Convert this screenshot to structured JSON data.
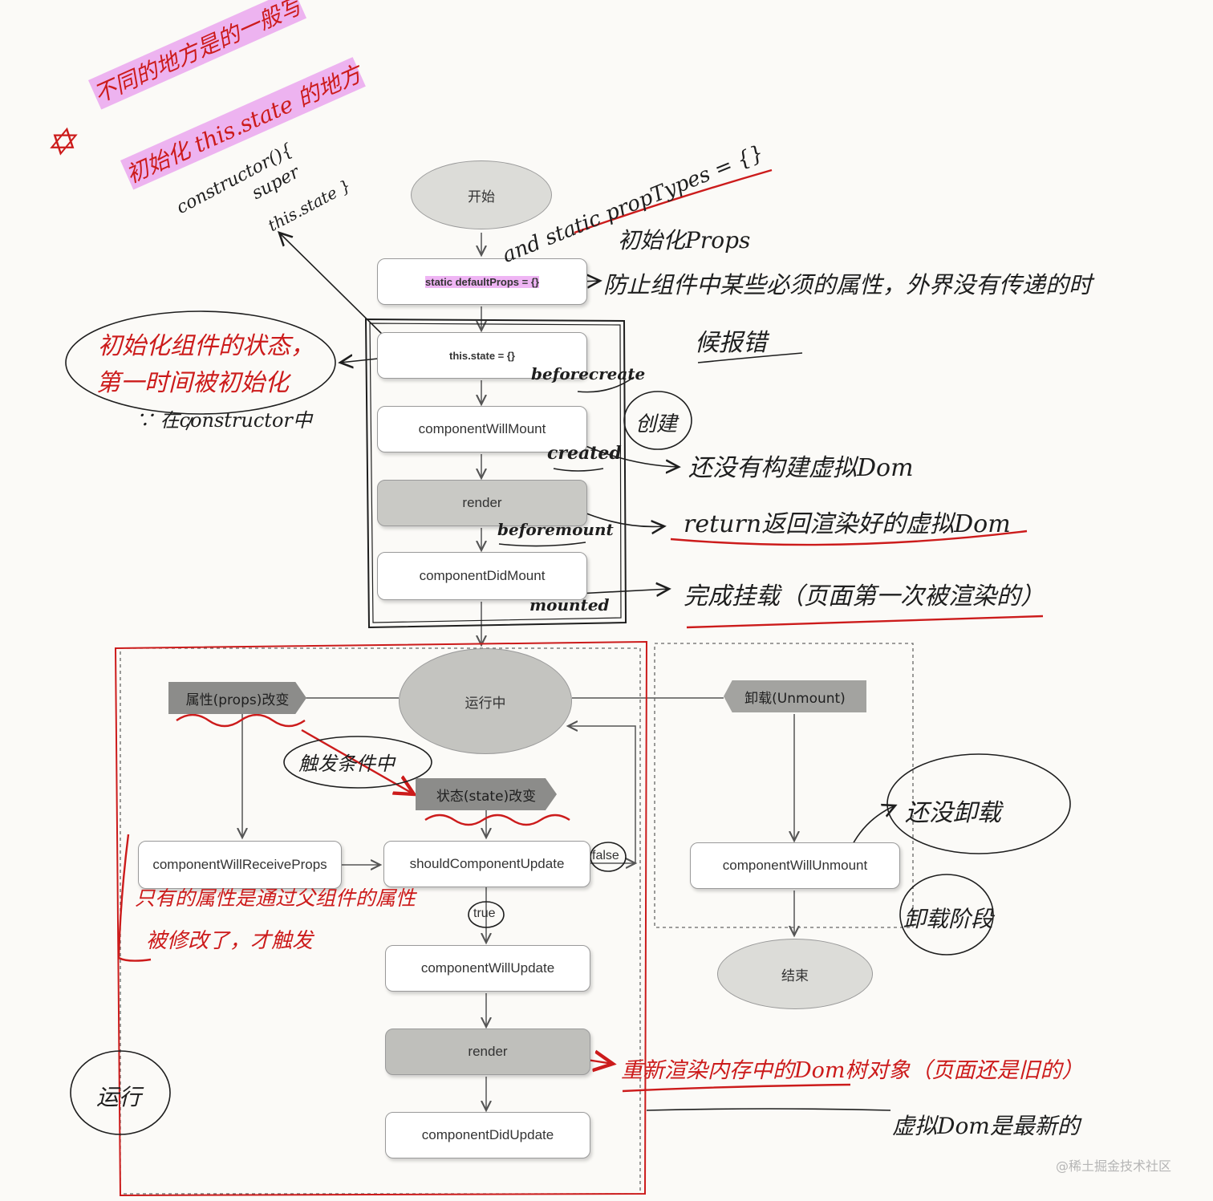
{
  "flow": {
    "start": "开始",
    "static_default_props": "static defaultProps = {}",
    "this_state": "this.state = {}",
    "component_will_mount": "componentWillMount",
    "render_mount": "render",
    "component_did_mount": "componentDidMount",
    "running": "运行中",
    "props_change": "属性(props)改变",
    "state_change": "状态(state)改变",
    "unmount_tag": "卸载(Unmount)",
    "component_will_receive_props": "componentWillReceiveProps",
    "should_component_update": "shouldComponentUpdate",
    "false_label": "false",
    "true_label": "true",
    "component_will_update": "componentWillUpdate",
    "render_update": "render",
    "component_did_update": "componentDidUpdate",
    "component_will_unmount": "componentWillUnmount",
    "end": "结束"
  },
  "notes": {
    "top_star": "✡",
    "top_line1": "不同的地方是的一般写",
    "top_line2": "初始化 this.state 的地方",
    "constructor_code1": "constructor(){",
    "constructor_code2": "super",
    "constructor_code3": "this.state }",
    "static_prop_types": "and static propTypes = {}",
    "init_props": "初始化Props",
    "default_props_note": "防止组件中某些必须的属性，外界没有传递的时",
    "error_note": "候报错",
    "init_state_line1": "初始化组件的状态，",
    "init_state_line2": "第一时间被初始化",
    "in_constructor": "∵ 在constructor中",
    "before_create": "beforecreate",
    "created": "created",
    "create_phase": "创建",
    "no_virtual_dom": "还没有构建虚拟Dom",
    "before_mount": "beforemount",
    "return_virtual_dom": "return返回渲染好的虚拟Dom",
    "mounted": "mounted",
    "mount_done": "完成挂载（页面第一次被渲染的）",
    "trigger_note": "触发条件中",
    "receive_props_line1": "只有的属性是通过父组件的属性",
    "receive_props_line2": "被修改了，才触发",
    "not_unmounted": "还没卸载",
    "unmount_phase": "卸载阶段",
    "rerender_note": "重新渲染内存中的Dom树对象（页面还是旧的）",
    "virtual_dom_new": "虚拟Dom是最新的",
    "run_phase": "运行"
  },
  "watermark": "@稀土掘金技术社区"
}
